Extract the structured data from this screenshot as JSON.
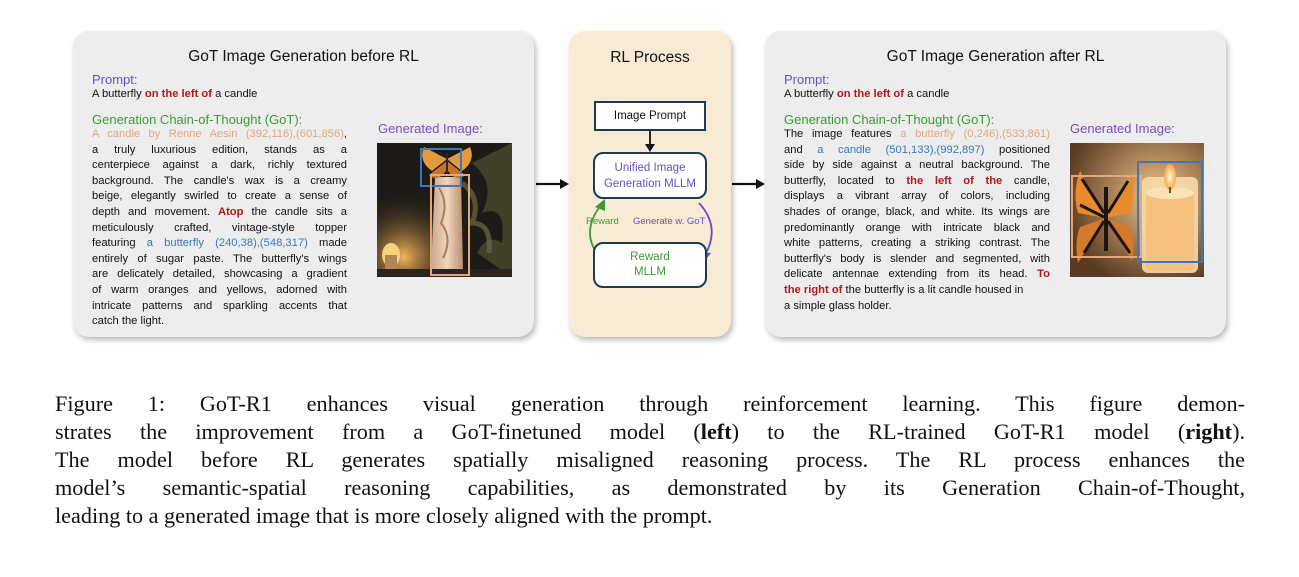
{
  "left": {
    "title": "GoT Image Generation before RL",
    "prompt_label": "Prompt:",
    "prompt_pre": "A butterfly ",
    "prompt_highlight": "on the left of",
    "prompt_post": " a candle",
    "got_label": "Generation Chain-of-Thought (GoT):",
    "got_lines": [
      {
        "a": "A candle by Renne Aesin (392,116),(601,856)",
        "a_cls": "orange",
        "b": ","
      },
      {
        "b": "a truly luxurious edition, stands as a"
      },
      {
        "b": "centerpiece against a dark, richly textured"
      },
      {
        "b": "background. The candle's wax is a creamy"
      },
      {
        "b": "beige, elegantly swirled to create a sense of"
      },
      {
        "b": "depth and movement. ",
        "c": "Atop",
        "c_cls": "red",
        "d": " the candle sits a"
      },
      {
        "b": "meticulously crafted, vintage-style topper"
      },
      {
        "b": "featuring ",
        "c": "a butterfly (240,38),(548,317)",
        "c_cls": "blue",
        "d": " made"
      },
      {
        "b": "entirely of sugar paste. The butterfly's wings"
      },
      {
        "b": "are delicately detailed, showcasing a gradient"
      },
      {
        "b": "of warm oranges and yellows, adorned with"
      },
      {
        "b": "intricate patterns and sparkling accents that"
      },
      {
        "b": "catch the light.",
        "last": true
      }
    ],
    "gen_label": "Generated Image:"
  },
  "middle": {
    "title": "RL Process",
    "image_prompt": "Image Prompt",
    "mllm_line1": "Unified Image",
    "mllm_line2": "Generation MLLM",
    "reward_arrow_label": "Reward",
    "generate_arrow_label": "Generate w. GoT",
    "reward_line1": "Reward",
    "reward_line2": "MLLM"
  },
  "right": {
    "title": "GoT Image Generation after RL",
    "prompt_label": "Prompt:",
    "prompt_pre": "A butterfly ",
    "prompt_highlight": "on the left of",
    "prompt_post": " a candle",
    "got_label": "Generation Chain-of-Thought (GoT):",
    "got_lines": [
      {
        "b": "The image features ",
        "c": "a butterfly (0,246),(533,861)",
        "c_cls": "orange"
      },
      {
        "b": "and ",
        "c": "a candle (501,133),(992,897)",
        "c_cls": "blue",
        "d": " positioned"
      },
      {
        "b": "side by side against a neutral background. The"
      },
      {
        "b": "butterfly, located to ",
        "c": "the left of the",
        "c_cls": "red",
        "d": " candle,"
      },
      {
        "b": "displays a vibrant array of colors, including"
      },
      {
        "b": "shades of orange, black, and white. Its wings are"
      },
      {
        "b": "predominantly orange with intricate black and"
      },
      {
        "b": "white patterns, creating a striking contrast. The"
      },
      {
        "b": "butterfly's body is slender and segmented, with"
      },
      {
        "b": "delicate antennae extending from its head. ",
        "c": "To",
        "c_cls": "red"
      },
      {
        "a": "the right of",
        "a_cls": "red",
        "b": " the butterfly is a lit candle housed in",
        "last": true
      },
      {
        "b": "a simple glass holder.",
        "last": true
      }
    ],
    "gen_label": "Generated Image:"
  },
  "caption": {
    "lines": [
      [
        "Figure 1: GoT-R1 enhances visual generation through reinforcement learning. This figure demon-"
      ],
      [
        "strates the improvement from a GoT-finetuned model (",
        {
          "bold": "left"
        },
        ") to the RL-trained GoT-R1 model (",
        {
          "bold": "right"
        },
        ")."
      ],
      [
        "The model before RL generates spatially misaligned reasoning process. The RL process enhances the"
      ],
      [
        "model’s semantic-spatial reasoning capabilities, as demonstrated by its Generation Chain-of-Thought,"
      ],
      [
        "leading to a generated image that is more closely aligned with the prompt."
      ]
    ]
  },
  "colors": {
    "panel_gray": "#ededed",
    "panel_beige": "#f8ebd5",
    "highlight_red": "#b7161d",
    "coord_orange": "#e5a57d",
    "coord_blue": "#3a78bd",
    "got_green": "#3e9a34",
    "label_purple": "#6a4fc4"
  }
}
